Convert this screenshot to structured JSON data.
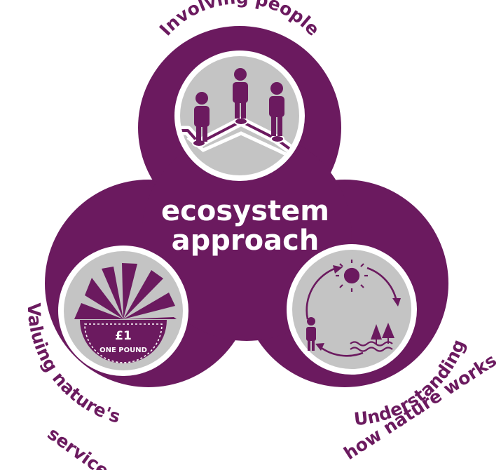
{
  "diagram": {
    "center": {
      "line1": "ecosystem",
      "line2": "approach"
    },
    "labels": {
      "top": "Involving people",
      "left_line1": "Valuing nature's",
      "left_line2": "services",
      "right_line1": "Understanding",
      "right_line2": "how nature works"
    },
    "coin": {
      "value": "£1",
      "caption": "ONE POUND"
    },
    "icons": {
      "top": "people-network-icon",
      "left": "pound-coin-pie-icon",
      "right": "nature-cycle-icon"
    },
    "colors": {
      "primary": "#6b1a5f",
      "circle_fill": "#c4c4c4",
      "ring": "#ffffff",
      "text_light": "#ffffff"
    }
  }
}
